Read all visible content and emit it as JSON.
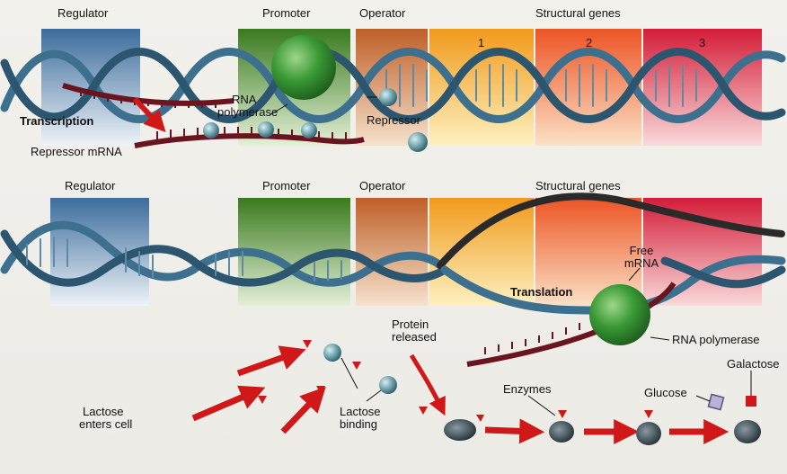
{
  "top": {
    "labels": {
      "regulator": "Regulator",
      "promoter": "Promoter",
      "operator": "Operator",
      "structural_genes": "Structural genes",
      "gene1": "1",
      "gene2": "2",
      "gene3": "3",
      "rna_polymerase_line1": "RNA",
      "rna_polymerase_line2": "polymerase",
      "repressor": "Repressor",
      "transcription": "Transcription",
      "repressor_mrna": "Repressor mRNA"
    }
  },
  "bottom": {
    "labels": {
      "regulator": "Regulator",
      "promoter": "Promoter",
      "operator": "Operator",
      "structural_genes": "Structural genes",
      "free_mrna_line1": "Free",
      "free_mrna_line2": "mRNA",
      "translation": "Translation",
      "rna_polymerase": "RNA polymerase",
      "protein_released_line1": "Protein",
      "protein_released_line2": "released",
      "enzymes": "Enzymes",
      "glucose": "Glucose",
      "galactose": "Galactose",
      "lactose_enters_line1": "Lactose",
      "lactose_enters_line2": "enters cell",
      "lactose_binding_line1": "Lactose",
      "lactose_binding_line2": "binding"
    }
  },
  "colors": {
    "regulator": "#3f6e9e",
    "promoter": "#3f7f22",
    "operator": "#c0622a",
    "gene1": "#f0a020",
    "gene2": "#ee5a26",
    "gene3": "#d8203a",
    "dna_strand": "#3d6f8f",
    "mrna": "#6a1420",
    "polymerase": "#2f8a2f",
    "arrow": "#d01818"
  }
}
